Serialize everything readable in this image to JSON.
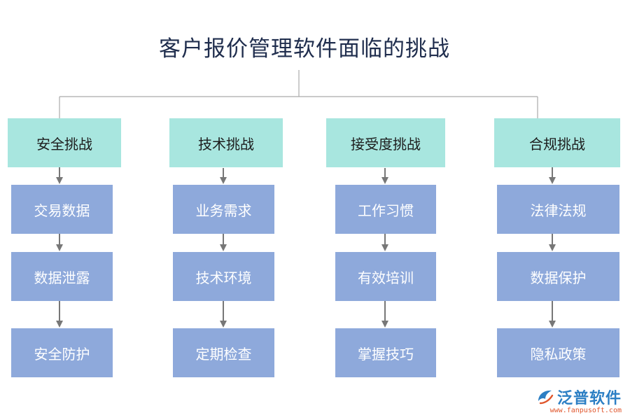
{
  "title": "客户报价管理软件面临的挑战",
  "columns": [
    {
      "header": "安全挑战",
      "items": [
        "交易数据",
        "数据泄露",
        "安全防护"
      ]
    },
    {
      "header": "技术挑战",
      "items": [
        "业务需求",
        "技术环境",
        "定期检查"
      ]
    },
    {
      "header": "接受度挑战",
      "items": [
        "工作习惯",
        "有效培训",
        "掌握技巧"
      ]
    },
    {
      "header": "合规挑战",
      "items": [
        "法律法规",
        "数据保护",
        "隐私政策"
      ]
    }
  ],
  "logo": {
    "text": "泛普软件",
    "url": "www.fanpusoft.com"
  },
  "colors": {
    "header_fill": "#a8e6df",
    "item_fill": "#8ea9db",
    "connector": "#777777",
    "title": "#1f2d4d"
  }
}
